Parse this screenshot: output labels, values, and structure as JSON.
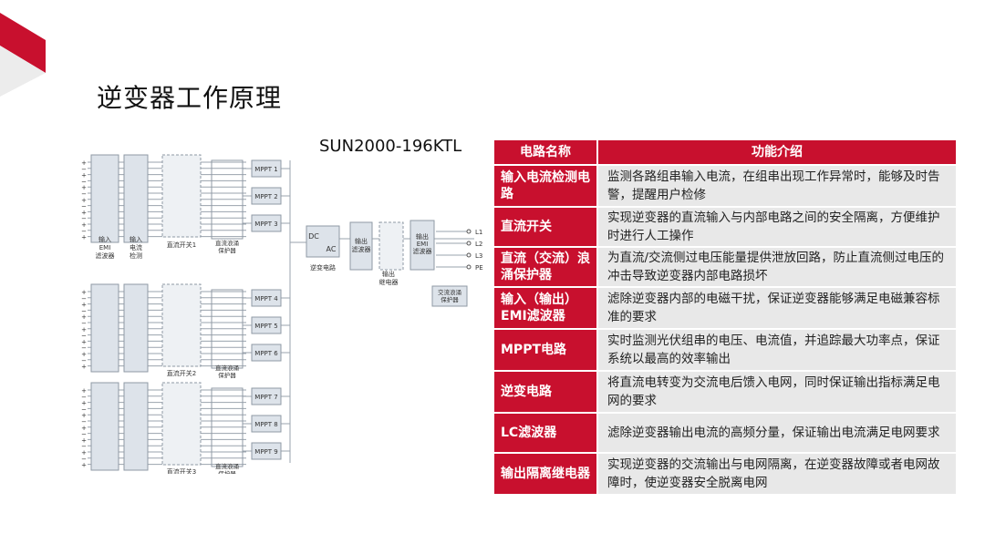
{
  "title": "逆变器工作原理",
  "model": "SUN2000-196KTL",
  "colors": {
    "accent": "#c8102e",
    "cell_bg": "#e8e8e8"
  },
  "diagram": {
    "mppt": [
      "MPPT 1",
      "MPPT 2",
      "MPPT 3",
      "MPPT 4",
      "MPPT 5",
      "MPPT 6",
      "MPPT 7",
      "MPPT 8",
      "MPPT 9"
    ],
    "switch": [
      "直流开关1",
      "直流开关2",
      "直流开关3"
    ],
    "surge": [
      "直流浪涌",
      "保护器"
    ],
    "in_emi": [
      "输入",
      "EMI",
      "滤波器"
    ],
    "in_detect": [
      "输入",
      "电流",
      "检测"
    ],
    "dc": "DC",
    "ac": "AC",
    "inverter": "逆变电路",
    "out_filter": [
      "输出",
      "滤波器"
    ],
    "relay": [
      "输出",
      "继电器"
    ],
    "out_emi": [
      "输出",
      "EMI",
      "滤波器"
    ],
    "ac_surge": [
      "交流浪涌",
      "保护器"
    ],
    "terminals": [
      "L1",
      "L2",
      "L3",
      "PE"
    ]
  },
  "table": {
    "header": {
      "name": "电路名称",
      "desc": "功能介绍"
    },
    "rows": [
      {
        "name": "输入电流检测电路",
        "desc": "监测各路组串输入电流，在组串出现工作异常时，能够及时告警，提醒用户检修"
      },
      {
        "name": "直流开关",
        "desc": "实现逆变器的直流输入与内部电路之间的安全隔离，方便维护时进行人工操作"
      },
      {
        "name": "直流（交流）浪涌保护器",
        "desc": "为直流/交流侧过电压能量提供泄放回路，防止直流侧过电压的冲击导致逆变器内部电路损坏"
      },
      {
        "name": "输入（输出）EMI滤波器",
        "desc": "滤除逆变器内部的电磁干扰，保证逆变器能够满足电磁兼容标准的要求"
      },
      {
        "name": "MPPT电路",
        "desc": "实时监测光伏组串的电压、电流值，并追踪最大功率点，保证系统以最高的效率输出"
      },
      {
        "name": "逆变电路",
        "desc": "将直流电转变为交流电后馈入电网，同时保证输出指标满足电网的要求"
      },
      {
        "name": "LC滤波器",
        "desc": "滤除逆变器输出电流的高频分量，保证输出电流满足电网要求"
      },
      {
        "name": "输出隔离继电器",
        "desc": "实现逆变器的交流输出与电网隔离，在逆变器故障或者电网故障时，使逆变器安全脱离电网"
      }
    ]
  }
}
